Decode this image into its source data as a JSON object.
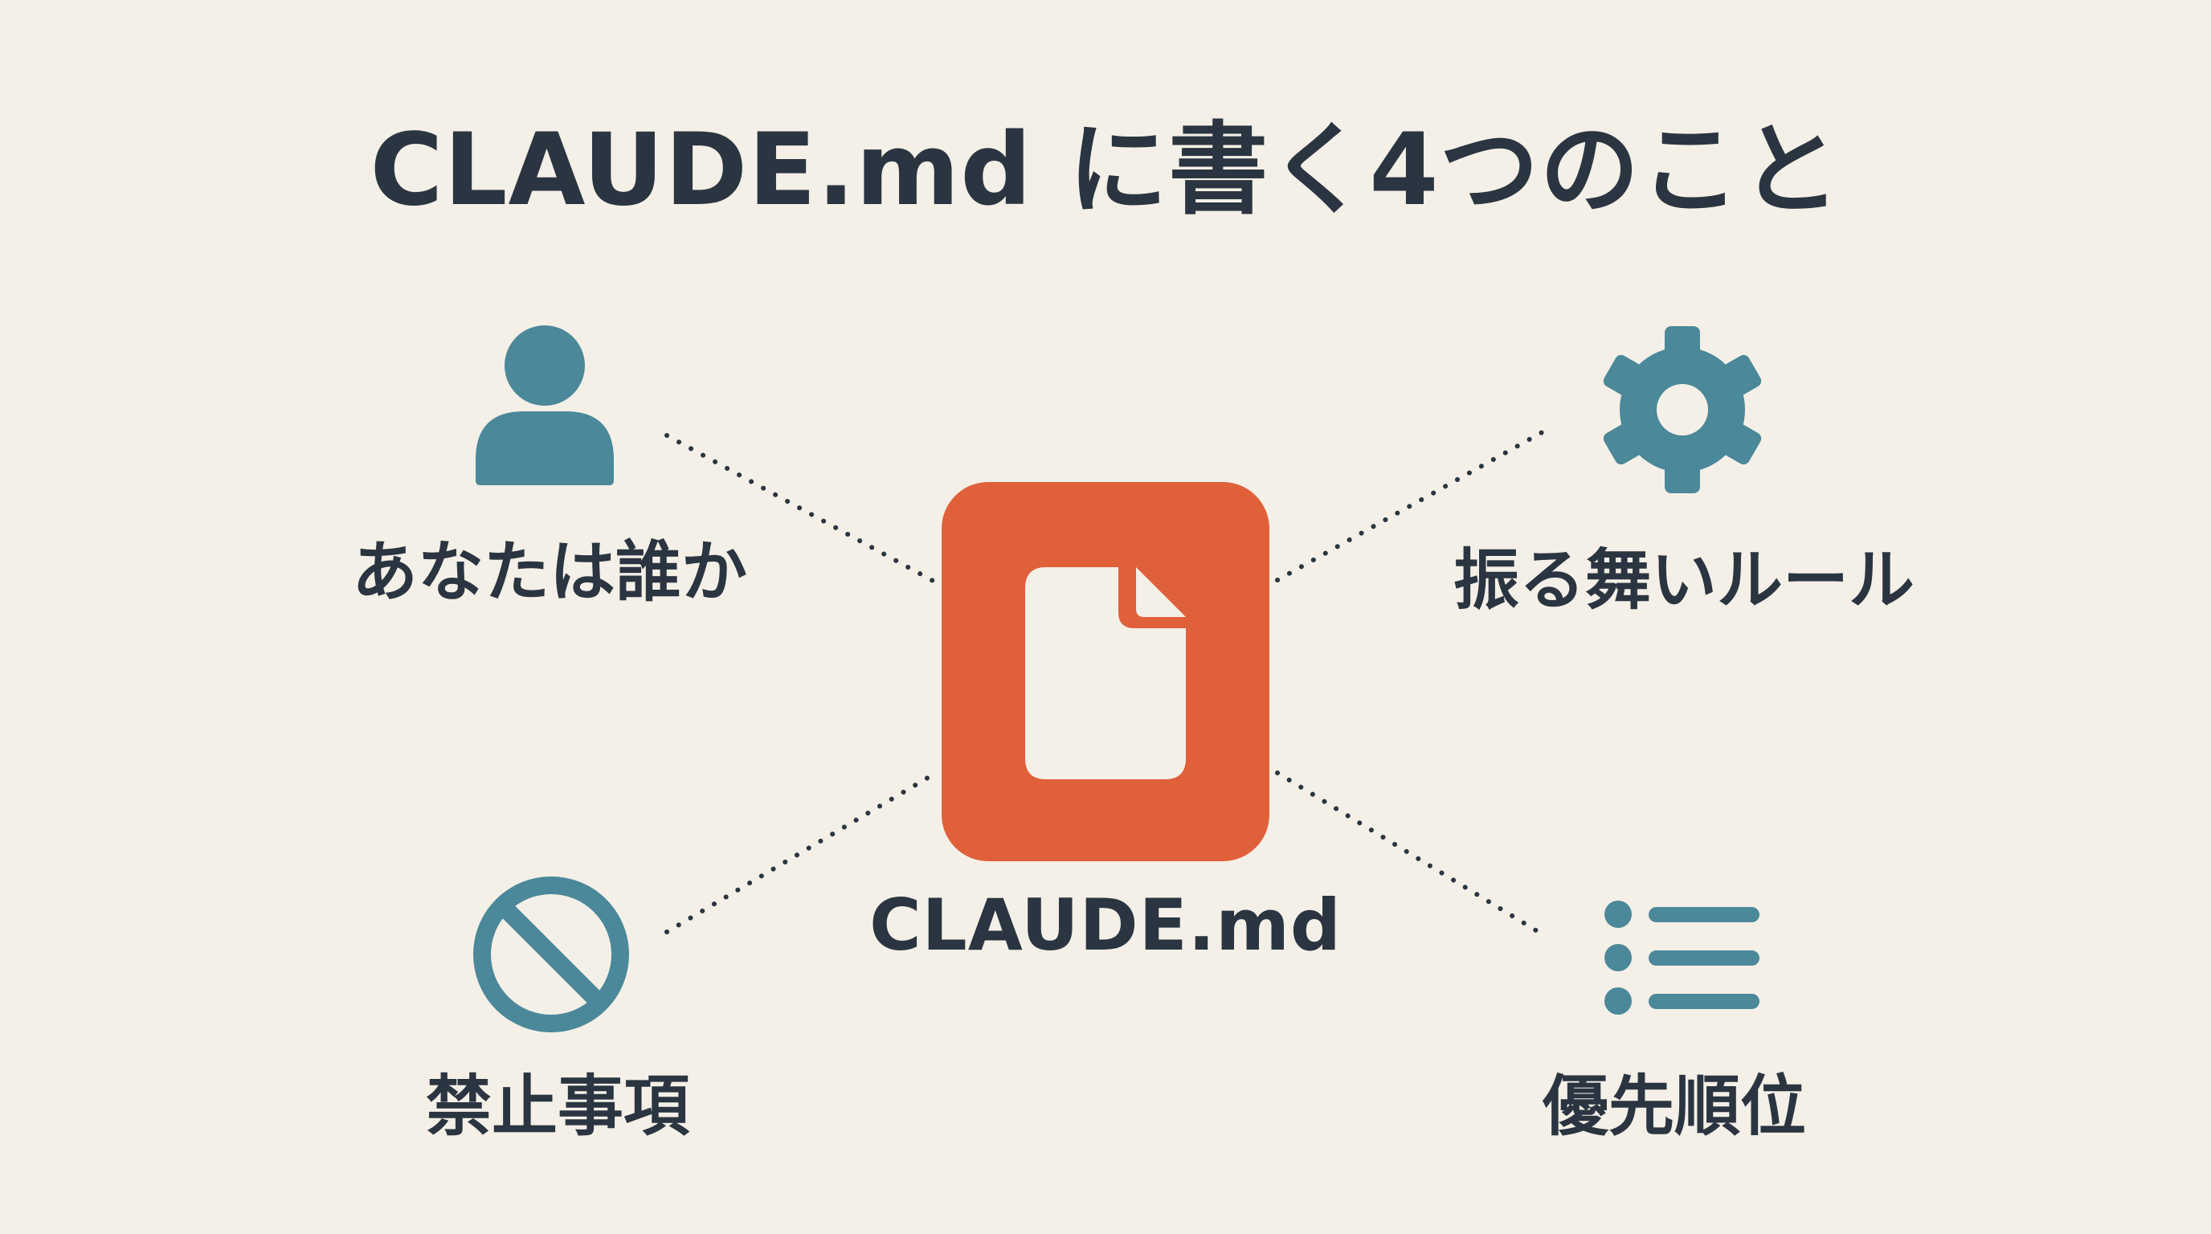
{
  "title": "CLAUDE.md に書く4つのこと",
  "center": {
    "label": "CLAUDE.md",
    "icon": "document-icon"
  },
  "items": [
    {
      "label": "あなたは誰か",
      "icon": "person-icon"
    },
    {
      "label": "振る舞いルール",
      "icon": "gear-icon"
    },
    {
      "label": "禁止事項",
      "icon": "prohibited-icon"
    },
    {
      "label": "優先順位",
      "icon": "list-icon"
    }
  ],
  "colors": {
    "background": "#f4f0e7",
    "accent": "#e0603a",
    "icon": "#4b8899",
    "text": "#2b3541"
  }
}
